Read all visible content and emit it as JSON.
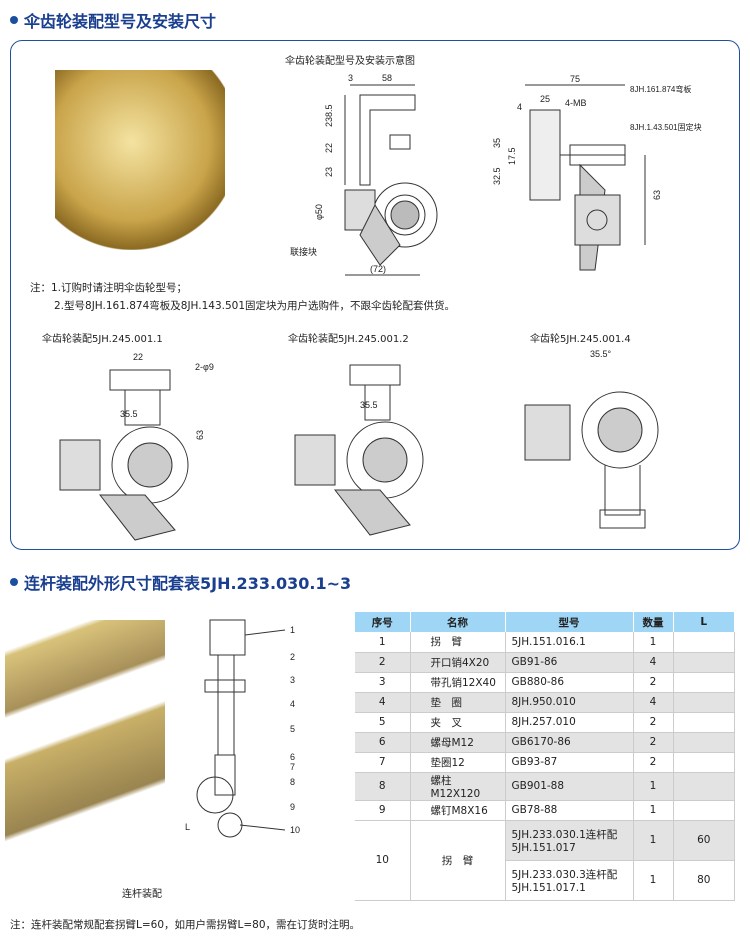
{
  "section1": {
    "title": "伞齿轮装配型号及安装尺寸",
    "diagram_caption": "伞齿轮装配型号及安装示意图",
    "main_dims": [
      "3",
      "58",
      "238.5",
      "22",
      "23",
      "φ50",
      "联接块",
      "(72)"
    ],
    "right_dims": [
      "75",
      "25",
      "4",
      "4-MB",
      "8JH.161.874弯板",
      "8JH.1.43.501固定块",
      "35",
      "17.5",
      "32.5",
      "63"
    ],
    "notes": [
      "注：1.订购时请注明伞齿轮型号；",
      "2.型号8JH.161.874弯板及8JH.143.501固定块为用户选购件，不跟伞齿轮配套供货。"
    ],
    "variants": [
      {
        "caption": "伞齿轮装配5JH.245.001.1",
        "dims": [
          "22",
          "2-φ9",
          "35.5",
          "63"
        ]
      },
      {
        "caption": "伞齿轮装配5JH.245.001.2",
        "dims": [
          "35.5"
        ]
      },
      {
        "caption": "伞齿轮5JH.245.001.4",
        "dims": [
          "35.5°"
        ]
      }
    ]
  },
  "section2": {
    "title": "连杆装配外形尺寸配套表5JH.233.030.1~3",
    "photo_caption": "连杆装配",
    "callouts": [
      "1",
      "2",
      "3",
      "4",
      "5",
      "6",
      "7",
      "8",
      "9",
      "10",
      "L"
    ],
    "table": {
      "headers": [
        "序号",
        "名称",
        "型号",
        "数量",
        "L"
      ],
      "rows": [
        [
          "1",
          "拐　臂",
          "5JH.151.016.1",
          "1",
          ""
        ],
        [
          "2",
          "开口销4X20",
          "GB91-86",
          "4",
          ""
        ],
        [
          "3",
          "带孔销12X40",
          "GB880-86",
          "2",
          ""
        ],
        [
          "4",
          "垫　圈",
          "8JH.950.010",
          "4",
          ""
        ],
        [
          "5",
          "夹　叉",
          "8JH.257.010",
          "2",
          ""
        ],
        [
          "6",
          "螺母M12",
          "GB6170-86",
          "2",
          ""
        ],
        [
          "7",
          "垫圈12",
          "GB93-87",
          "2",
          ""
        ],
        [
          "8",
          "螺柱M12X120",
          "GB901-88",
          "1",
          ""
        ],
        [
          "9",
          "螺钉M8X16",
          "GB78-88",
          "1",
          ""
        ]
      ],
      "row10": {
        "no": "10",
        "name": "拐　臂",
        "sub": [
          {
            "model": "5JH.233.030.1连杆配5JH.151.017",
            "qty": "1",
            "L": "60"
          },
          {
            "model": "5JH.233.030.3连杆配5JH.151.017.1",
            "qty": "1",
            "L": "80"
          }
        ]
      }
    },
    "footnote": "注：连杆装配常规配套拐臂L=60，如用户需拐臂L=80，需在订货时注明。"
  }
}
